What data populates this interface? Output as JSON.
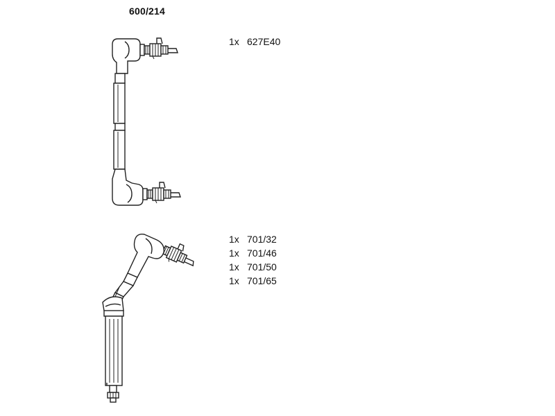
{
  "title": "600/214",
  "parts_top": [
    {
      "qty": "1x",
      "part": "627E40"
    }
  ],
  "parts_bottom": [
    {
      "qty": "1x",
      "part": "701/32"
    },
    {
      "qty": "1x",
      "part": "701/46"
    },
    {
      "qty": "1x",
      "part": "701/50"
    },
    {
      "qty": "1x",
      "part": "701/65"
    }
  ]
}
